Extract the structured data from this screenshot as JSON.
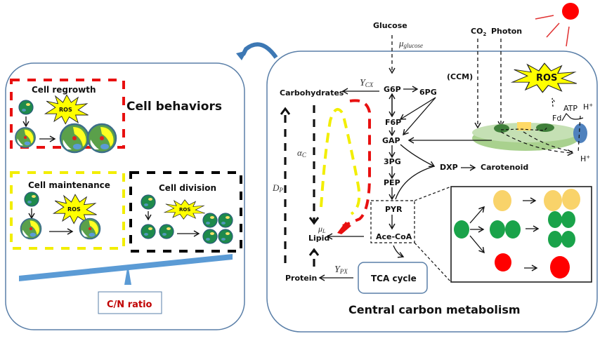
{
  "left_panel": {
    "title": "Cell behaviors",
    "boxes": [
      {
        "id": "regrowth",
        "label": "Cell regrowth",
        "stress": "ROS",
        "border_color": "#e81010"
      },
      {
        "id": "maintenance",
        "label": "Cell maintenance",
        "stress": "ROS",
        "border_color": "#f2ee00"
      },
      {
        "id": "division",
        "label": "Cell division",
        "stress": "ROS",
        "border_color": "#000000"
      }
    ],
    "balance_label": "C/N ratio",
    "balance_label_color": "#c00000"
  },
  "right_panel": {
    "title": "Central carbon metabolism",
    "inputs": {
      "glucose": "Glucose",
      "co2": "CO",
      "co2_sub": "2",
      "photon": "Photon",
      "ccm": "(CCM)"
    },
    "metabolites": {
      "g6p": "G6P",
      "pg6": "6PG",
      "f6p": "F6P",
      "gap": "GAP",
      "pg3": "3PG",
      "pep": "PEP",
      "pyr": "PYR",
      "acecoa": "Ace-CoA",
      "dxp": "DXP",
      "carotenoid": "Carotenoid",
      "carbohydrates": "Carbohydrates",
      "lipid": "Lipid",
      "protein": "Protein",
      "tca": "TCA cycle"
    },
    "params": {
      "mu_glucose": "μ",
      "mu_glucose_sub": "glucose",
      "ycx": "Y",
      "ycx_sub": "CX",
      "ypx": "Y",
      "ypx_sub": "PX",
      "alpha_c": "α",
      "alpha_c_sub": "C",
      "dp": "D",
      "dp_sub": "P",
      "mu_l": "μ",
      "mu_l_sub": "L"
    },
    "photosystem": {
      "ros": "ROS",
      "atp": "ATP",
      "h_plus_top": "H",
      "h_plus_bottom": "H",
      "plus": "+",
      "fd": "Fd"
    }
  },
  "colors": {
    "panel_border": "#5a7fa8",
    "cycle_arrow": "#3d78b4",
    "balance_beam": "#5b9bd5",
    "ros_fill": "#ffff00",
    "cell_green": "#1a9a4a",
    "cell_yellow": "#f9d36a",
    "cell_red": "#ff0000",
    "sun": "#ff0000",
    "thylakoid": "#b6dc96"
  }
}
